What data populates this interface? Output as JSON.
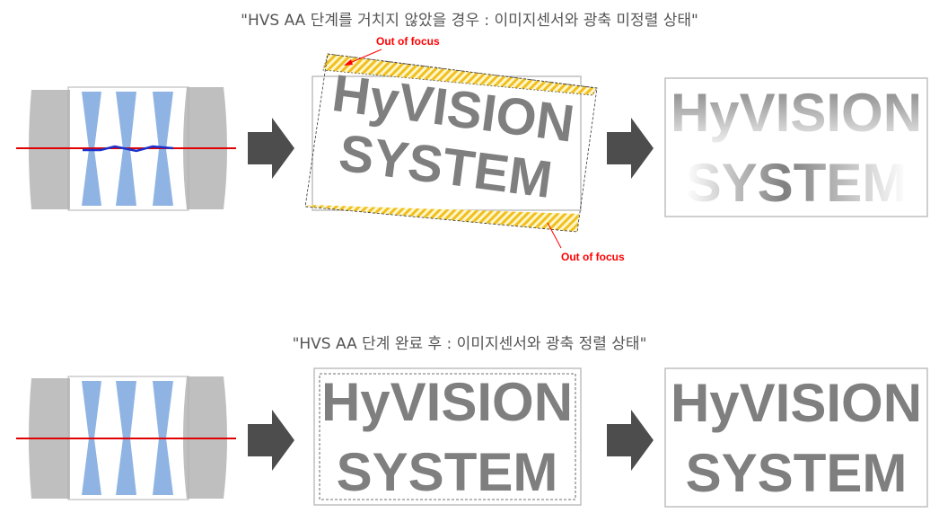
{
  "top": {
    "caption": "\"HVS AA 단계를 거치지 않았을 경우 : 이미지센서와 광축 미정렬 상태\"",
    "note_top": "Out of focus",
    "note_bottom": "Out of focus",
    "sensor_line1": "HyVISION",
    "sensor_line2": "SYSTEM",
    "result_line1": "HyVISION",
    "result_line2": "SYSTEM"
  },
  "bottom": {
    "caption": "\"HVS AA 단계 완료 후 : 이미지센서와 광축 정렬 상태\"",
    "sensor_line1": "HyVISION",
    "sensor_line2": "SYSTEM",
    "result_line1": "HyVISION",
    "result_line2": "SYSTEM"
  },
  "colors": {
    "lens_barrel": "#bfbfbf",
    "lens_element": "#8fb4e3",
    "optical_axis": "#e00000",
    "focus_path": "#1a33cc",
    "arrow": "#4d4d4d",
    "text_gray": "#7f7f7f",
    "focus_note": "#ff0000",
    "hatch": "#f0c020"
  }
}
